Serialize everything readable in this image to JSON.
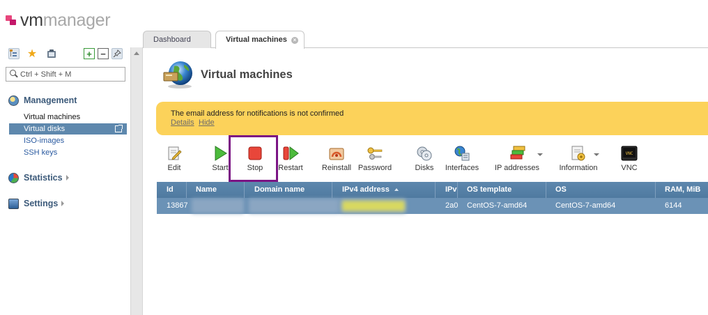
{
  "logo": {
    "part1": "vm",
    "part2": "manager"
  },
  "sidebar": {
    "search_placeholder": "Ctrl + Shift + M",
    "sections": {
      "management": "Management",
      "statistics": "Statistics",
      "settings": "Settings"
    },
    "items": [
      "Virtual machines",
      "Virtual disks",
      "ISO-images",
      "SSH keys"
    ],
    "selected_item": "Virtual disks"
  },
  "tabs": [
    {
      "label": "Dashboard",
      "active": false
    },
    {
      "label": "Virtual machines",
      "active": true
    }
  ],
  "page": {
    "title": "Virtual machines"
  },
  "notice": {
    "text": "The email address for notifications is not confirmed",
    "details": "Details",
    "hide": "Hide"
  },
  "toolbar": {
    "edit": "Edit",
    "start": "Start",
    "stop": "Stop",
    "restart": "Restart",
    "reinstall": "Reinstall",
    "password": "Password",
    "disks": "Disks",
    "interfaces": "Interfaces",
    "ip_addresses": "IP addresses",
    "information": "Information",
    "vnc": "VNC"
  },
  "table": {
    "columns": [
      "Id",
      "Name",
      "Domain name",
      "IPv4 address",
      "IPv",
      "OS template",
      "OS",
      "RAM, MiB"
    ],
    "sorted_column": "IPv4 address",
    "sort_direction": "asc",
    "rows": [
      {
        "id": "13867",
        "name": "",
        "domain": "",
        "ipv4": "",
        "ipv6": "2a0",
        "os_template": "CentOS-7-amd64",
        "os": "CentOS-7-amd64",
        "ram": "6144"
      }
    ]
  },
  "colors": {
    "accent": "#5e88ad",
    "notice_bg": "#fcd25a",
    "highlight_border": "#7b1484",
    "row_selected": "#6b92b6"
  }
}
